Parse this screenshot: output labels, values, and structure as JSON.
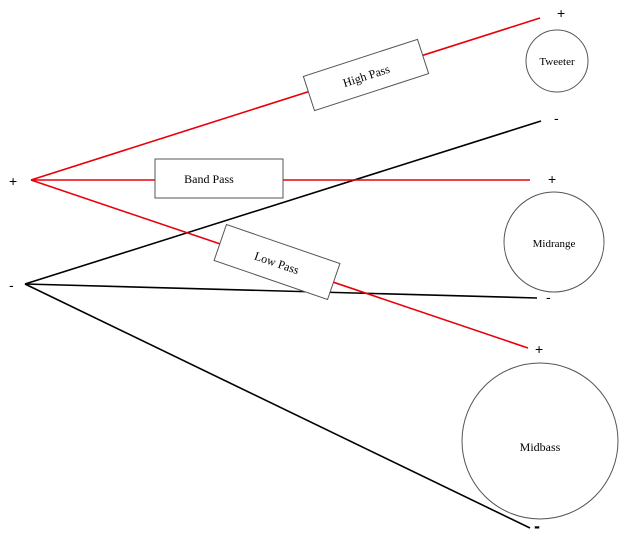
{
  "colors": {
    "positive": "#e8000b",
    "negative": "#000000",
    "box_border": "#555555"
  },
  "source": {
    "positive_label": "+",
    "negative_label": "-"
  },
  "filters": {
    "high_pass": "High Pass",
    "band_pass": "Band Pass",
    "low_pass": "Low Pass"
  },
  "speakers": {
    "tweeter": {
      "name": "Tweeter",
      "plus": "+",
      "minus": "-"
    },
    "midrange": {
      "name": "Midrange",
      "plus": "+",
      "minus": "-"
    },
    "midbass": {
      "name": "Midbass",
      "plus": "+",
      "minus": "-"
    }
  }
}
